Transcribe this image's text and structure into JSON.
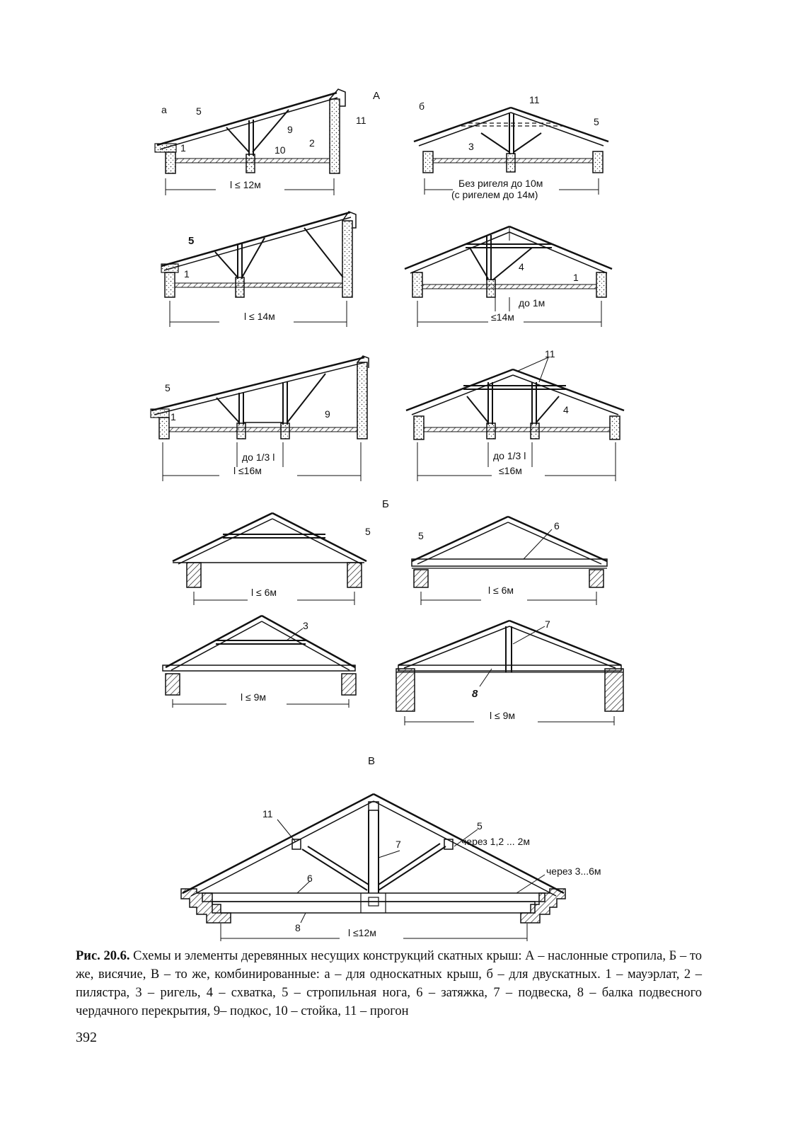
{
  "sections": {
    "A": "А",
    "B": "Б",
    "V": "В"
  },
  "sub": {
    "a": "а",
    "b": "б"
  },
  "labels": {
    "n1": "1",
    "n2": "2",
    "n3": "3",
    "n4": "4",
    "n5": "5",
    "n6": "6",
    "n7": "7",
    "n8": "8",
    "n9": "9",
    "n10": "10",
    "n11": "11"
  },
  "spans": {
    "a1": "l ≤ 12м",
    "b1_line1": "Без ригеля до 10м",
    "b1_line2": "(с ригелем до 14м)",
    "a2": "l ≤ 14м",
    "b2_sub": "до 1м",
    "b2": "≤14м",
    "a3_sub": "до 1/3 l",
    "a3": "l ≤16м",
    "b3_sub": "до 1/3 l",
    "b3": "≤16м",
    "s6a": "l ≤ 6м",
    "s6b": "l ≤ 6м",
    "s9a": "l ≤ 9м",
    "s9b": "l ≤ 9м",
    "s12": "l ≤12м"
  },
  "notes": {
    "pitch1": "через 1,2 ... 2м",
    "pitch2": "через 3...6м"
  },
  "caption": {
    "prefix": "Рис. 20.6.",
    "text": "Схемы и элементы деревянных несущих конструкций скатных крыш: А – наслонные стропила, Б – то же, висячие, В – то же, комбинированные: а – для односкатных крыш, б – для двускатных. 1 – мауэрлат, 2 – пилястра, 3 – ригель, 4 – схватка, 5 – стропильная нога, 6 – затяжка, 7 – подвеска, 8 – балка подвесного чердачного перекрытия, 9– подкос, 10 – стойка, 11 – прогон"
  },
  "page_number": "392"
}
